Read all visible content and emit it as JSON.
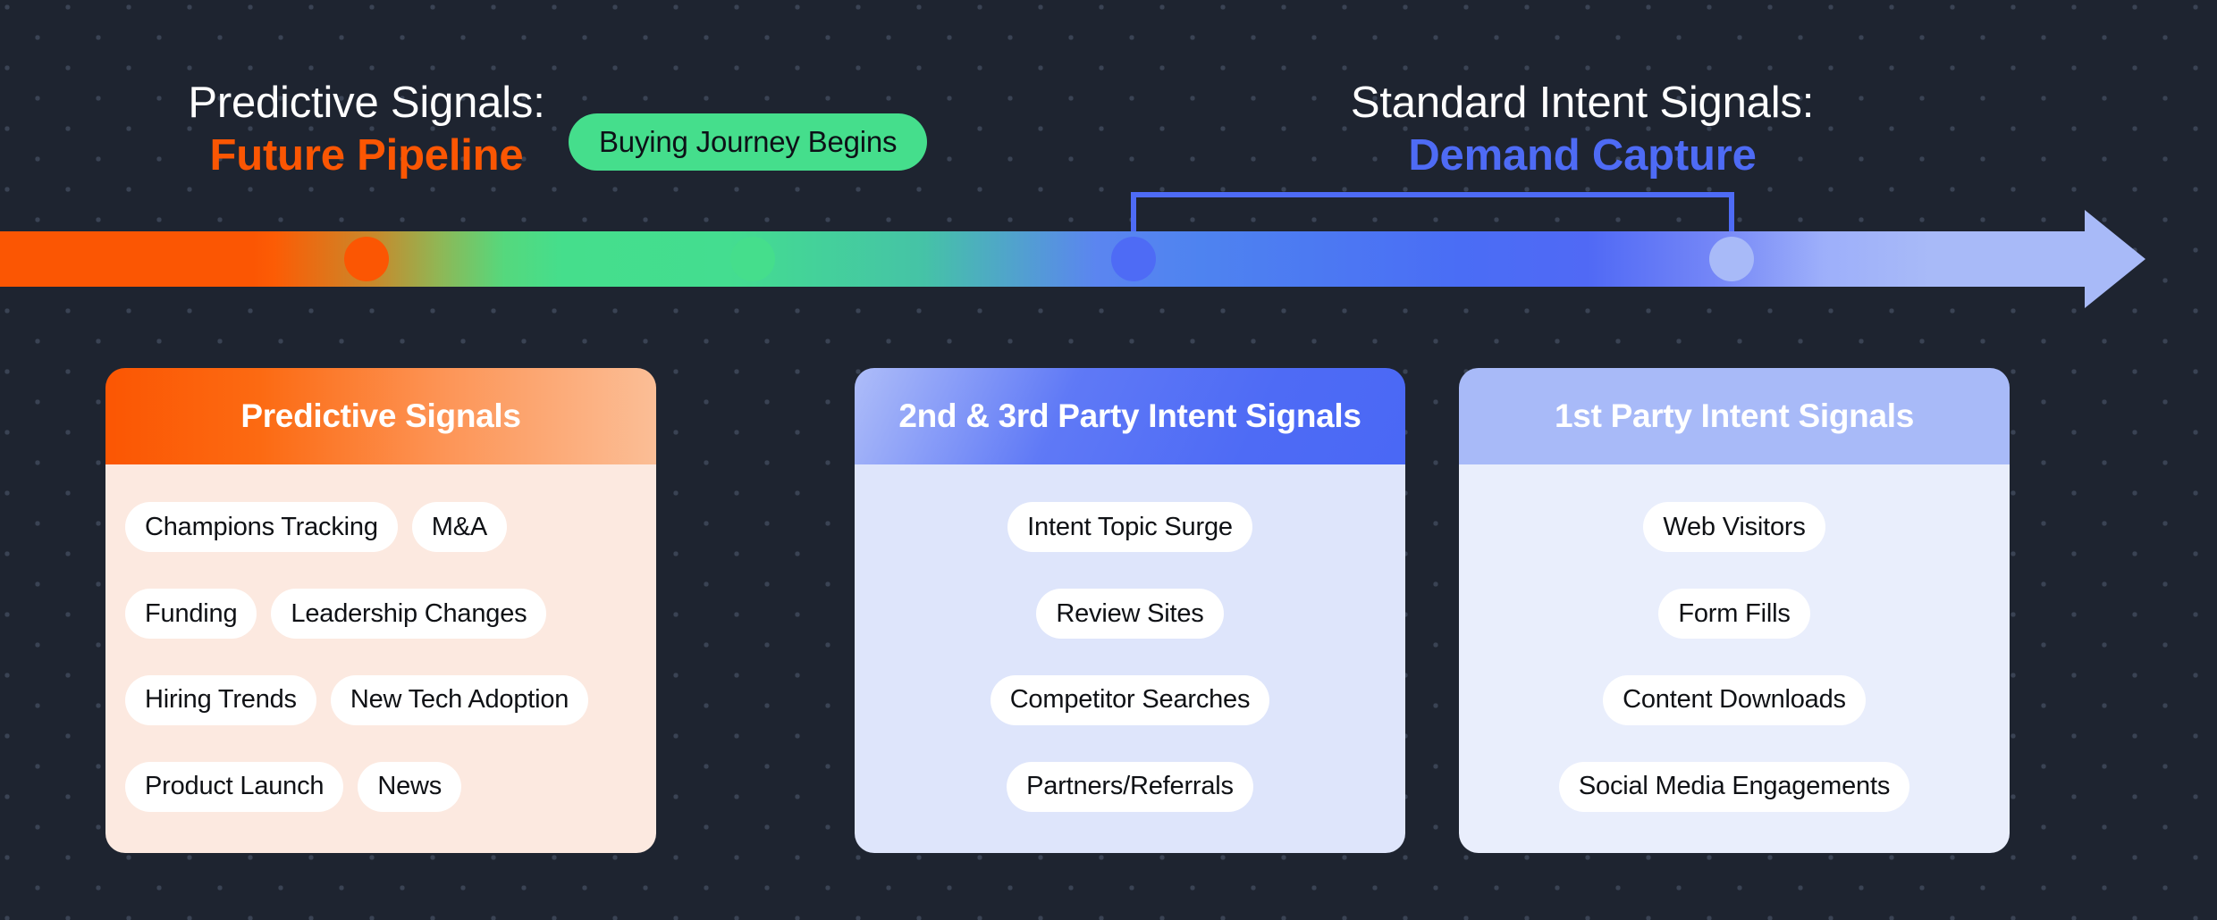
{
  "colors": {
    "background": "#1e2430",
    "orange": "#FB5603",
    "green": "#45DE8C",
    "blue": "#4E6BF5",
    "light_blue": "#A8BAF8",
    "white": "#ffffff"
  },
  "labels": {
    "predictive": {
      "line1": "Predictive Signals:",
      "line2": "Future Pipeline"
    },
    "standard": {
      "line1": "Standard Intent Signals:",
      "line2": "Demand Capture"
    }
  },
  "journey_pill": {
    "text": "Buying Journey Begins"
  },
  "timeline": {
    "nodes": [
      {
        "name": "predictive-node",
        "color": "#FB5603"
      },
      {
        "name": "buying-journey-node",
        "color": "#45DE8C"
      },
      {
        "name": "second-third-party-node",
        "color": "#4E6BF5"
      },
      {
        "name": "first-party-node",
        "color": "#A8BAF8"
      }
    ]
  },
  "cards": [
    {
      "title": "Predictive Signals",
      "rows": [
        [
          "Champions Tracking",
          "M&A"
        ],
        [
          "Funding",
          "Leadership Changes"
        ],
        [
          "Hiring Trends",
          "New Tech Adoption"
        ],
        [
          "Product Launch",
          "News"
        ]
      ]
    },
    {
      "title": "2nd & 3rd Party Intent Signals",
      "rows": [
        [
          "Intent Topic Surge"
        ],
        [
          "Review Sites"
        ],
        [
          "Competitor Searches"
        ],
        [
          "Partners/Referrals"
        ]
      ]
    },
    {
      "title": "1st Party Intent Signals",
      "rows": [
        [
          "Web Visitors"
        ],
        [
          "Form Fills"
        ],
        [
          "Content Downloads"
        ],
        [
          "Social Media Engagements"
        ]
      ]
    }
  ]
}
